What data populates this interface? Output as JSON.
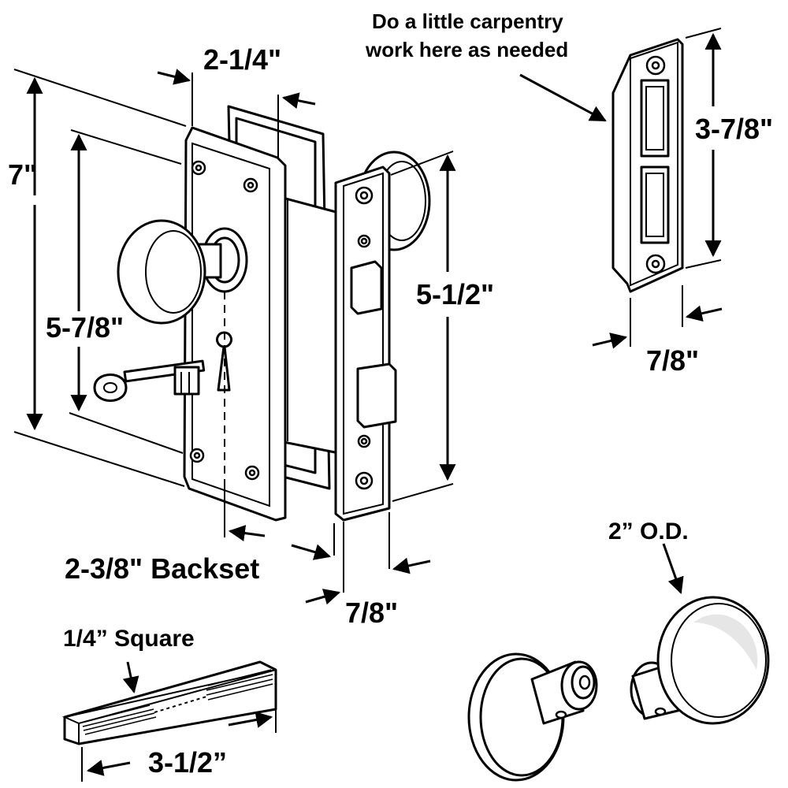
{
  "labels": {
    "backset_width": "2-1/4\"",
    "overall_height": "7\"",
    "escutcheon_height": "5-7/8\"",
    "mortise_height": "5-1/2\"",
    "backset": "2-3/8\" Backset",
    "faceplate_width": "7/8\"",
    "carpentry_line1": "Do a little carpentry",
    "carpentry_line2": "work here as needed",
    "strike_height": "3-7/8\"",
    "strike_width": "7/8\"",
    "knob_od": "2” O.D.",
    "spindle_square": "1/4” Square",
    "spindle_length": "3-1/2”"
  },
  "colors": {
    "line": "#000000",
    "background": "#ffffff",
    "knob_highlight": "#e6e6e6"
  }
}
